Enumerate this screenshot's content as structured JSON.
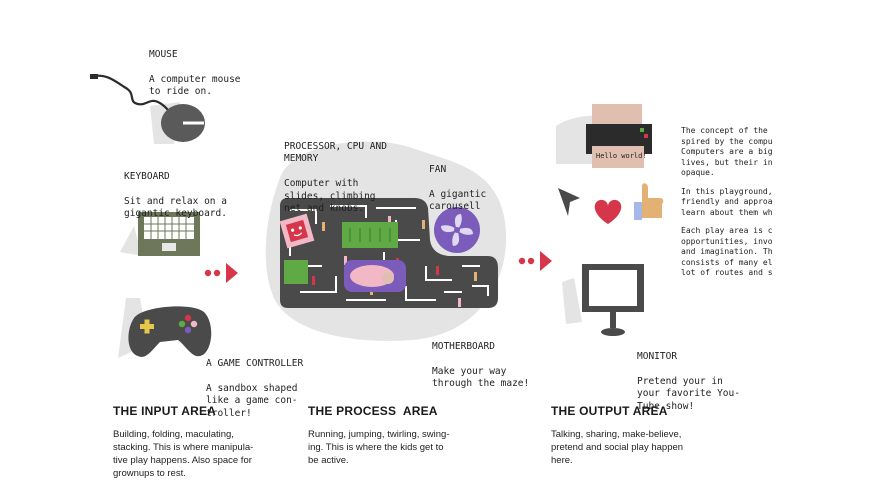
{
  "colors": {
    "grey_blob": "#e4e4e4",
    "board": "#4a4a4a",
    "dark": "#4d4d4d",
    "red": "#d63649",
    "purple": "#7c5cbb",
    "pink": "#f2b8c6",
    "green": "#5faa45",
    "skin": "#e3b174",
    "tan": "#e0bfb0"
  },
  "labels": {
    "mouse": {
      "title": "MOUSE",
      "text": "A computer mouse\nto ride on."
    },
    "keyboard": {
      "title": "KEYBOARD",
      "text": "Sit and relax on a\ngigantic keyboard."
    },
    "controller": {
      "title": "A GAME CONTROLLER",
      "text": "A sandbox shaped\nlike a game con-\ntroller!"
    },
    "processor": {
      "title": "PROCESSOR, CPU AND\nMEMORY",
      "text": "Computer with\nslides, climbing\nnet and knobs."
    },
    "fan": {
      "title": "FAN",
      "text": "A gigantic\ncarousell"
    },
    "motherboard": {
      "title": "MOTHERBOARD",
      "text": "Make your way\nthrough the maze!"
    },
    "monitor": {
      "title": "MONITOR",
      "text": "Pretend your in\nyour favorite You-\nTube show!"
    }
  },
  "printer_text": "Hello world!",
  "areas": [
    {
      "title": "THE INPUT AREA",
      "text": "Building, folding, maculating,\nstacking. This is where manipula-\ntive play happens. Also space for\ngrownups to rest."
    },
    {
      "title": "THE PROCESS  AREA",
      "text": "Running, jumping, twirling, swing-\ning. This is where the kids get to\nbe active."
    },
    {
      "title": "THE OUTPUT AREA",
      "text": "Talking, sharing, make-believe,\npretend and social play happen\nhere."
    }
  ],
  "side_text": [
    "The concept of the\nspired by the compu\nComputers are a big\nlives, but their in\nopaque.",
    "In this playground,\nfriendly and approa\nlearn about them wh",
    "Each play area is c\nopportunities, invo\nand imagination. Th\nconsists of many el\nlot of routes and s"
  ]
}
